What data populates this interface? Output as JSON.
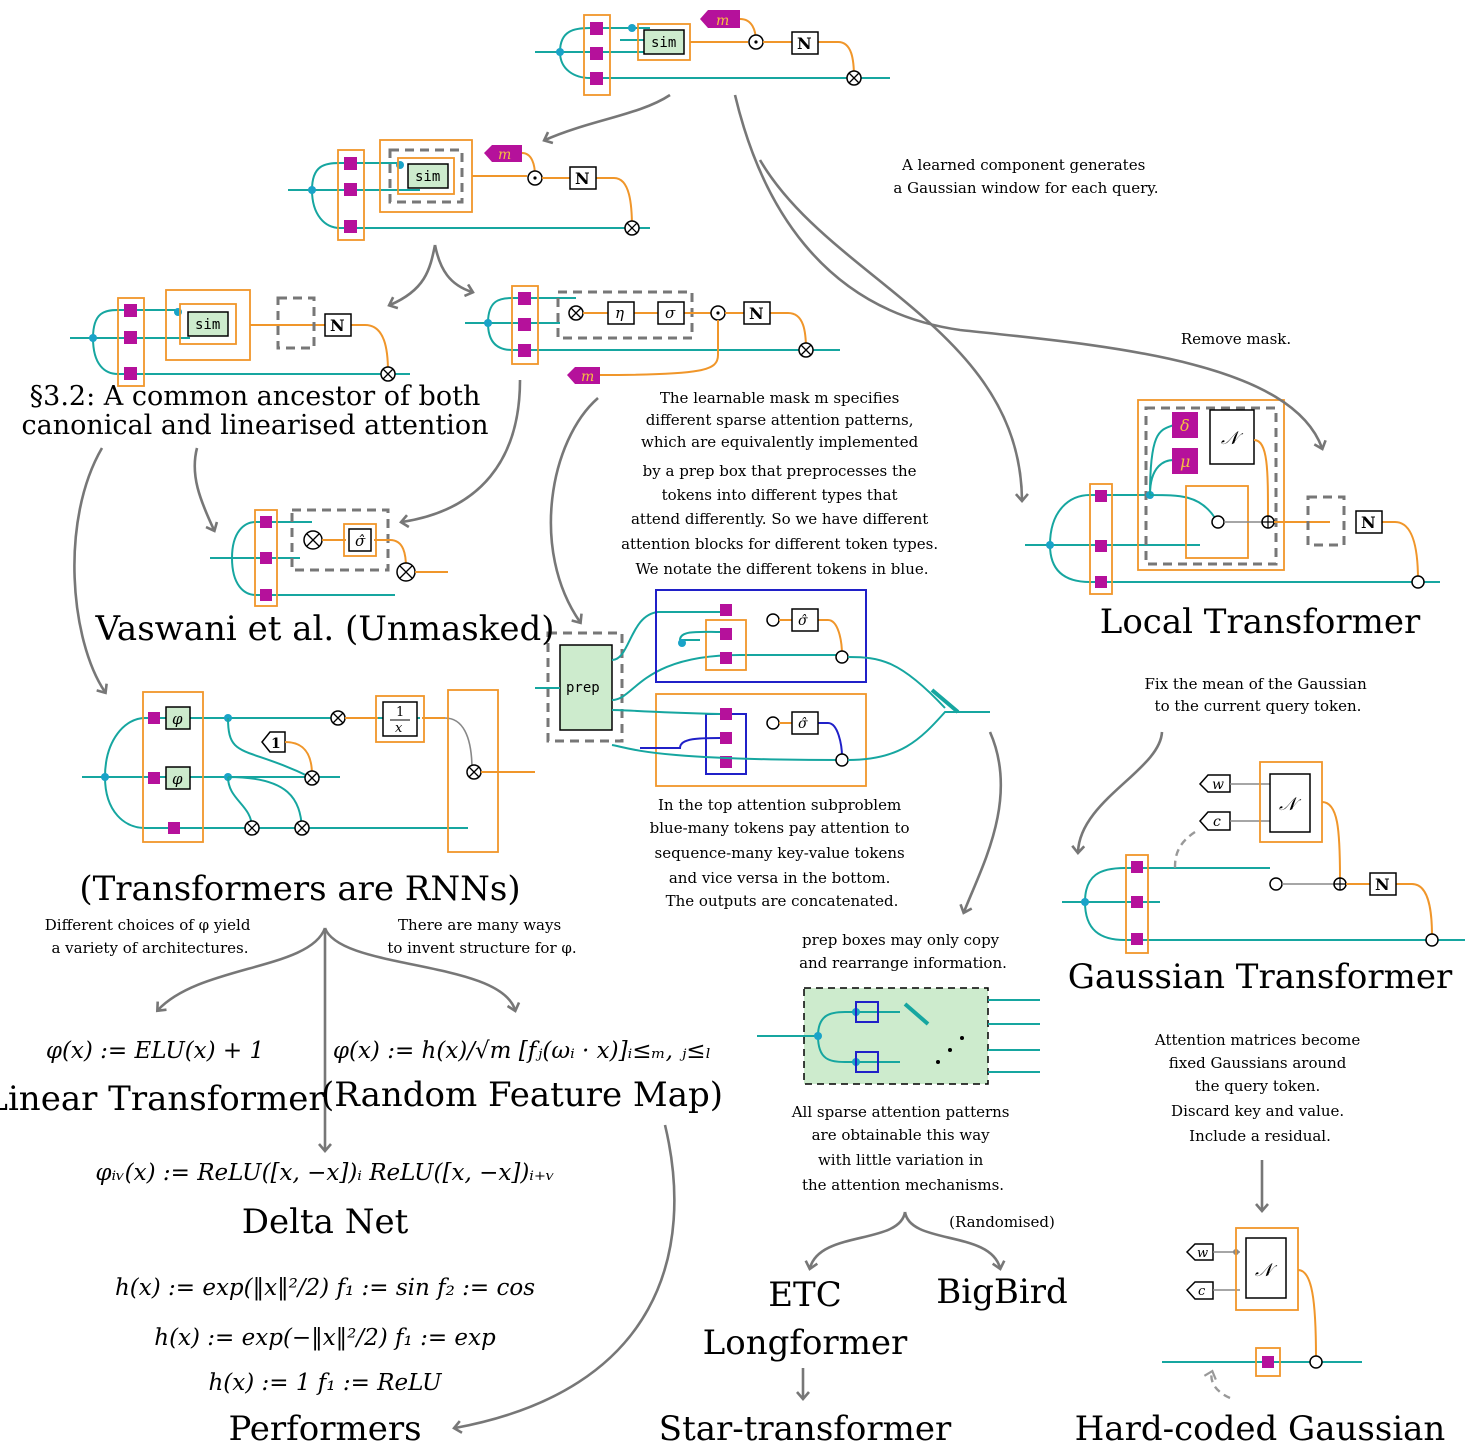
{
  "labels": {
    "sim": "sim",
    "prep": "prep",
    "m": "m",
    "N": "N",
    "eta": "η",
    "sigma": "σ",
    "sigma_hat": "σ̂",
    "phi": "φ",
    "one": "1",
    "inv_x_num": "1",
    "inv_x_den": "x",
    "delta": "δ",
    "mu": "μ",
    "gauss": "𝒩",
    "w": "w",
    "c": "c"
  },
  "notes": {
    "learned_component": [
      "A learned component generates",
      "a Gaussian window for each query."
    ],
    "remove_mask": "Remove mask.",
    "mask_desc": [
      "The learnable mask m specifies",
      "different sparse attention patterns,",
      "which are equivalently implemented",
      "by a prep box that preprocesses the",
      "tokens into different types that",
      "attend differently. So we have different",
      "attention blocks for different token types.",
      "We notate the different tokens in blue."
    ],
    "subproblem": [
      "In the top attention subproblem",
      "blue-many tokens pay attention to",
      "sequence-many key-value tokens",
      "and vice versa in the bottom.",
      "The outputs are concatenated."
    ],
    "prep_boxes": [
      "prep boxes may only copy",
      "and rearrange information."
    ],
    "sparse_patterns": [
      "All sparse attention patterns",
      "are obtainable this way",
      "with little variation in",
      "the attention mechanisms."
    ],
    "randomised": "(Randomised)",
    "fix_mean": [
      "Fix the mean of the Gaussian",
      "to the current query token."
    ],
    "fixed_gaussians": [
      "Attention matrices become",
      "fixed Gaussians around",
      "the query token.",
      "Discard key and value.",
      "Include a residual."
    ],
    "phi_choices": [
      "Different choices of φ yield",
      "a variety of architectures."
    ],
    "phi_structure": [
      "There are many ways",
      "to invent structure for φ."
    ]
  },
  "titles": {
    "ancestor_line1": "§3.2: A common ancestor of both",
    "ancestor_line2": "canonical and linearised attention",
    "vaswani": "Vaswani et al. (Unmasked)",
    "local": "Local Transformer",
    "gaussian": "Gaussian Transformer",
    "rnns": "(Transformers are RNNs)",
    "linear": "Linear Transformer",
    "random_feature": "(Random Feature Map)",
    "delta": "Delta Net",
    "performers": "Performers",
    "etc": "ETC",
    "longformer": "Longformer",
    "bigbird": "BigBird",
    "star": "Star-transformer",
    "hard_coded": "Hard-coded Gaussian"
  },
  "equations": {
    "linear": "φ(x) := ELU(x) + 1",
    "random_feature": "φ(x) := h(x)/√m [fⱼ(ωᵢ · x)]ᵢ≤ₘ, ⱼ≤ₗ",
    "delta": "φᵢᵥ(x) := ReLU([x, −x])ᵢ ReLU([x, −x])ᵢ₊ᵥ",
    "perf1": "h(x) := exp(‖x‖²/2)    f₁ := sin    f₂ := cos",
    "perf2": "h(x) := exp(−‖x‖²/2)    f₁ := exp",
    "perf3": "h(x) := 1    f₁ := ReLU"
  },
  "colors": {
    "teal": "#16a6a0",
    "orange": "#f0962a",
    "magenta": "#b5119b",
    "blue": "#2020c8",
    "green_fill": "#cdebcd",
    "arrow_gray": "#777777"
  }
}
